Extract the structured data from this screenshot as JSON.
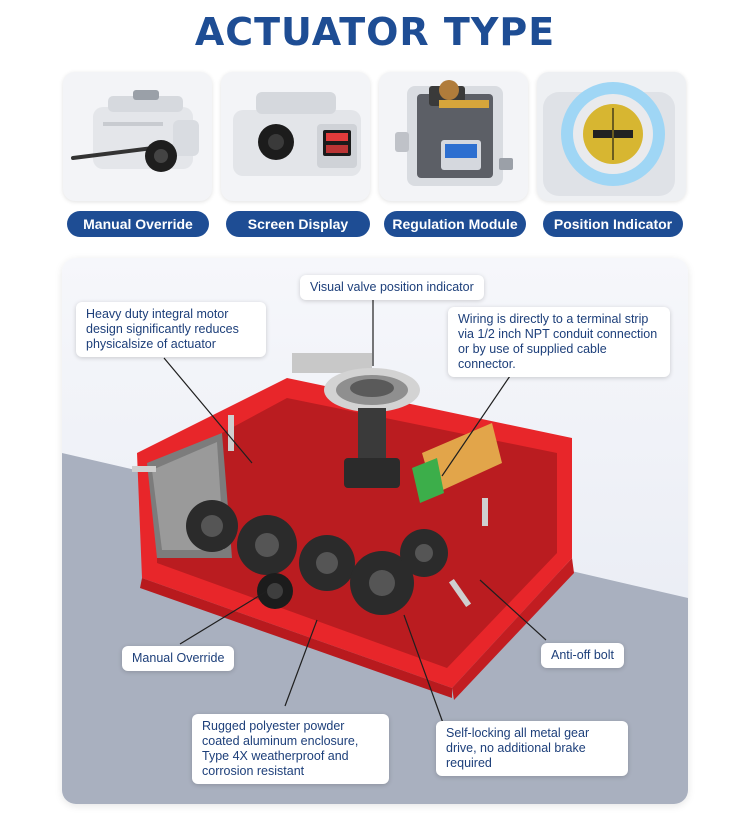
{
  "page": {
    "title": "ACTUATOR TYPE"
  },
  "types": [
    {
      "label": "Manual Override",
      "icon": "actuator-handwheel-image"
    },
    {
      "label": "Screen Display",
      "icon": "actuator-display-image"
    },
    {
      "label": "Regulation Module",
      "icon": "actuator-module-image"
    },
    {
      "label": "Position Indicator",
      "icon": "position-indicator-image"
    }
  ],
  "callouts": {
    "visual_indicator": "Visual valve position indicator",
    "motor": "Heavy duty integral motor design significantly reduces physicalsize of actuator",
    "wiring": "Wiring is directly to a terminal strip via 1/2 inch NPT conduit connection or by use of supplied cable connector.",
    "manual_override": "Manual Override",
    "anti_off_bolt": "Anti-off bolt",
    "enclosure": "Rugged polyester powder coated aluminum enclosure, Type 4X weatherproof and corrosion resistant",
    "gear_drive": "Self-locking all metal gear drive, no additional brake required"
  },
  "colors": {
    "brand_blue": "#1e4d94",
    "housing_red": "#e8262a",
    "gear_dark": "#2b2b2b"
  }
}
